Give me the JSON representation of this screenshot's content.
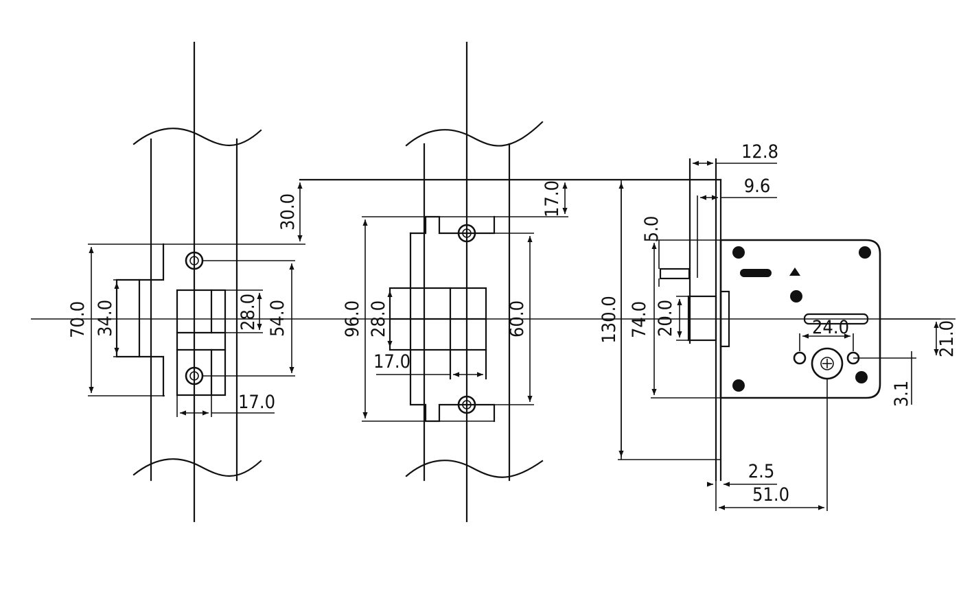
{
  "colors": {
    "line": "#111111",
    "background": "#ffffff"
  },
  "strike_plate_a": {
    "dims": {
      "height_outer": "70.0",
      "height_inner": "34.0",
      "slot_height": "28.0",
      "hole_spacing": "54.0",
      "slot_width": "17.0",
      "top_offset": "30.0"
    }
  },
  "strike_plate_b": {
    "dims": {
      "height_outer": "96.0",
      "slot_height": "28.0",
      "hole_spacing": "60.0",
      "slot_width": "17.0",
      "top_offset": "17.0"
    }
  },
  "lock_body": {
    "dims": {
      "faceplate_width": "12.8",
      "faceplate_inner": "9.6",
      "bolt_offset": "5.0",
      "faceplate_height": "130.0",
      "case_height": "74.0",
      "latch_height": "20.0",
      "hole_spacing": "24.0",
      "cylinder_offset": "21.0",
      "edge_offset": "3.1",
      "faceplate_thickness": "2.5",
      "backset": "51.0"
    }
  }
}
